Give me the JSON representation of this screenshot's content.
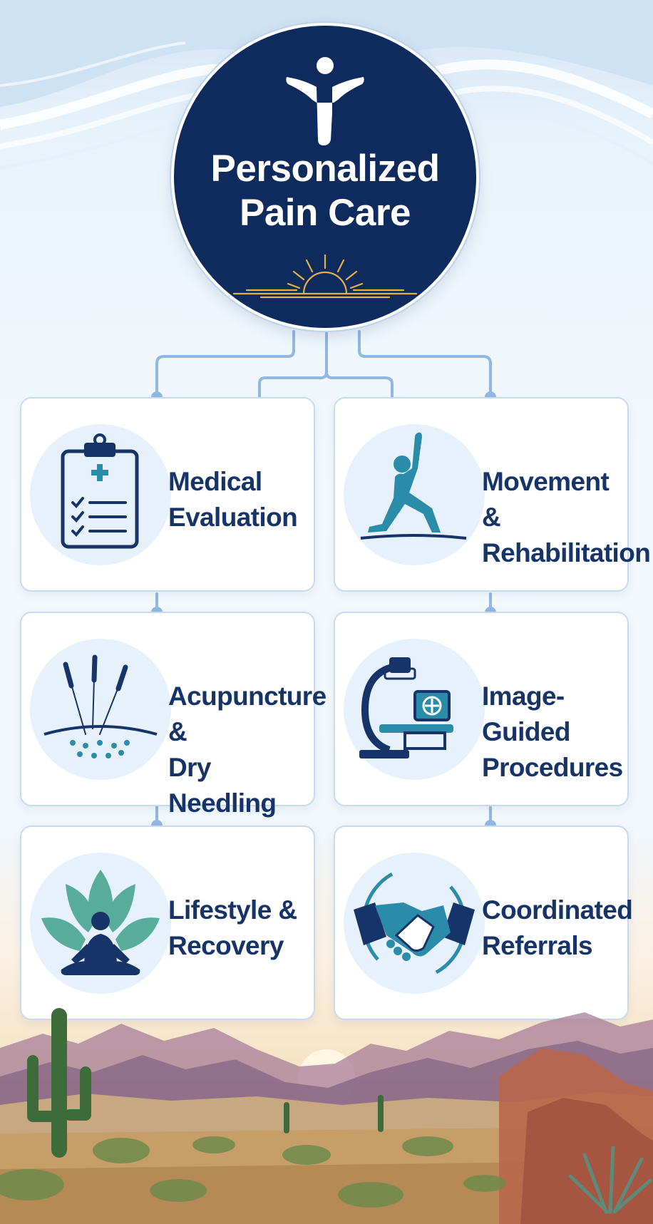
{
  "hub": {
    "title_line1": "Personalized",
    "title_line2": "Pain Care",
    "icon": "person-raised-arms-icon",
    "decoration": "rising-sun-icon"
  },
  "cards": [
    {
      "line1": "Medical",
      "line2": "Evaluation",
      "icon": "clipboard-checklist-icon"
    },
    {
      "line1": "Movement &",
      "line2": "Rehabilitation",
      "icon": "stretching-figure-icon"
    },
    {
      "line1": "Acupuncture &",
      "line2": "Dry Needling",
      "icon": "acupuncture-needles-icon"
    },
    {
      "line1": "Image-Guided",
      "line2": "Procedures",
      "icon": "c-arm-imaging-icon"
    },
    {
      "line1": "Lifestyle &",
      "line2": "Recovery",
      "icon": "lotus-meditation-icon"
    },
    {
      "line1": "Coordinated",
      "line2": "Referrals",
      "icon": "handshake-icon"
    }
  ],
  "colors": {
    "navy": "#0f2a5c",
    "teal": "#2a8ca8",
    "green": "#58ad9a",
    "connector": "#8fb8e3",
    "gold": "#e4b04a"
  }
}
